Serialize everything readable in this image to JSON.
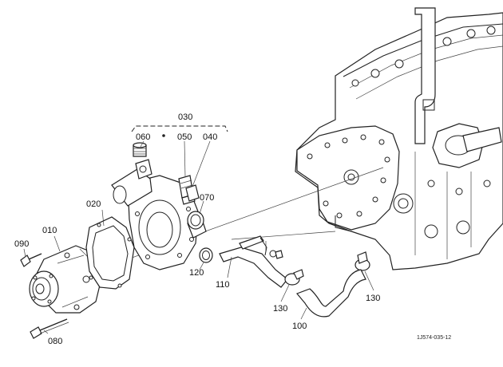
{
  "labels": {
    "p010": "010",
    "p020": "020",
    "p030": "030",
    "p040": "040",
    "p050": "050",
    "p060": "060",
    "p070": "070",
    "p080": "080",
    "p090": "090",
    "p100": "100",
    "p110": "110",
    "p120": "120",
    "p130a": "130",
    "p130b": "130"
  },
  "drawing_code": "1J574-035-12"
}
